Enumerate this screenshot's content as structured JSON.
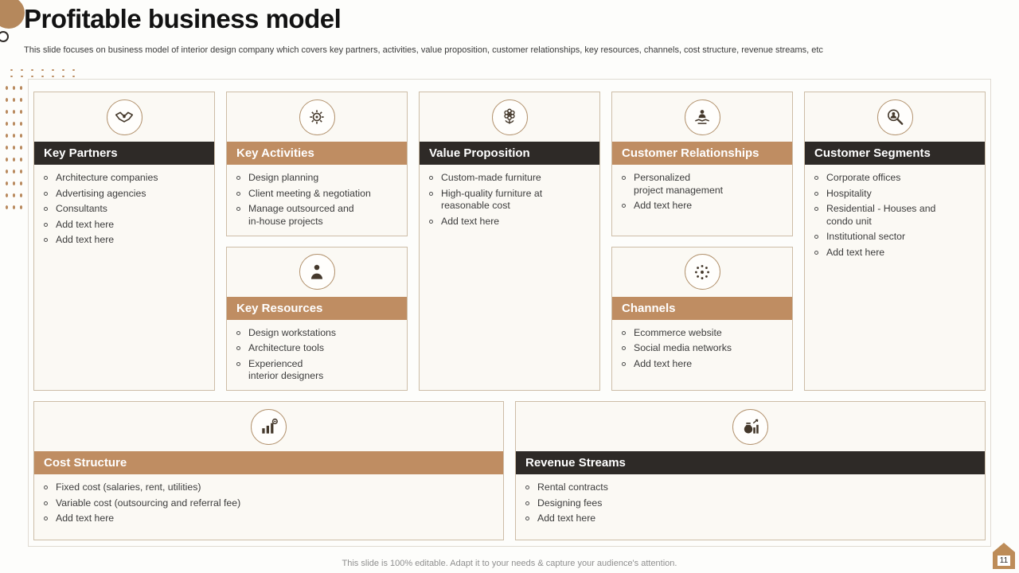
{
  "header": {
    "title": "Profitable business model",
    "subtitle": "This slide focuses on business model of interior design company which covers key partners, activities, value proposition, customer relationships, key resources, channels, cost structure, revenue streams, etc"
  },
  "colors": {
    "dark_header": "#2e2a27",
    "tan_header": "#bf8d62",
    "accent": "#b5885c"
  },
  "canvas": {
    "key_partners": {
      "title": "Key Partners",
      "icon": "handshake-icon",
      "items": [
        "Architecture companies",
        "Advertising agencies",
        "Consultants",
        "Add text here",
        "Add text here"
      ]
    },
    "key_activities": {
      "title": "Key Activities",
      "icon": "gear-icon",
      "items": [
        "Design planning",
        "Client meeting & negotiation",
        "Manage outsourced and\nin-house projects"
      ]
    },
    "key_resources": {
      "title": "Key Resources",
      "icon": "person-icon",
      "items": [
        "Design workstations",
        "Architecture tools",
        "Experienced\ninterior designers"
      ]
    },
    "value_proposition": {
      "title": "Value Proposition",
      "icon": "flower-idea-icon",
      "items": [
        "Custom-made furniture",
        "High-quality furniture at\nreasonable cost",
        "Add text here"
      ]
    },
    "customer_relationships": {
      "title": "Customer Relationships",
      "icon": "person-care-icon",
      "items": [
        "Personalized\nproject management",
        "Add text here"
      ]
    },
    "channels": {
      "title": "Channels",
      "icon": "network-dots-icon",
      "items": [
        "Ecommerce website",
        "Social media networks",
        "Add text here"
      ]
    },
    "customer_segments": {
      "title": "Customer Segments",
      "icon": "audience-search-icon",
      "items": [
        "Corporate offices",
        "Hospitality",
        "Residential - Houses and\ncondo unit",
        "Institutional sector",
        "Add text here"
      ]
    },
    "cost_structure": {
      "title": "Cost Structure",
      "icon": "cost-chart-icon",
      "items": [
        "Fixed cost (salaries, rent, utilities)",
        "Variable cost (outsourcing and referral fee)",
        "Add text here"
      ]
    },
    "revenue_streams": {
      "title": "Revenue Streams",
      "icon": "money-bag-chart-icon",
      "items": [
        "Rental contracts",
        "Designing fees",
        "Add text here"
      ]
    }
  },
  "footer": {
    "text": "This slide is 100% editable. Adapt it to your needs & capture your audience's attention.",
    "page_number": "11"
  }
}
